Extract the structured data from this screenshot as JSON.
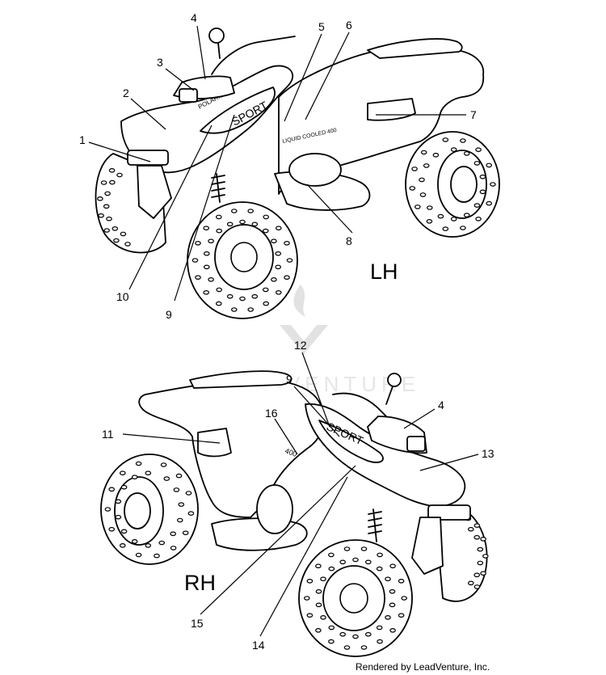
{
  "diagram": {
    "views": [
      {
        "side_label": "LH",
        "callouts": [
          "1",
          "2",
          "3",
          "4",
          "5",
          "6",
          "7",
          "8",
          "9",
          "10"
        ]
      },
      {
        "side_label": "RH",
        "callouts": [
          "11",
          "12",
          "9",
          "4",
          "16",
          "13",
          "15",
          "14"
        ]
      }
    ],
    "decal_text": {
      "lh_fender": "SPORT",
      "rh_fender": "SPORT",
      "brand": "POLARIS",
      "lh_side_panel": "LIQUID COOLED 400",
      "rh_side_panel": "400"
    },
    "watermark": "LEADVENTURE",
    "credit": "Rendered by LeadVenture, Inc."
  }
}
